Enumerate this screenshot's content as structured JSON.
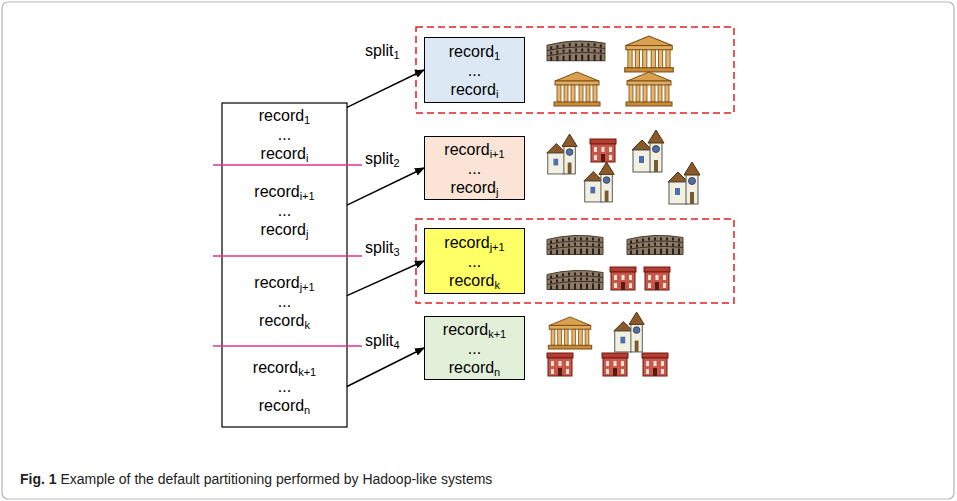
{
  "diagram": {
    "caption": "Fig. 1 Example of the default partitioning performed by Hadoop-like systems",
    "nodes": [
      {
        "text": [
          "record1",
          "...",
          "recordi"
        ]
      },
      {
        "text": [
          "recordi+1",
          "...",
          "recordj"
        ]
      },
      {
        "text": [
          "recordj+1",
          "...",
          "recordk"
        ]
      },
      {
        "text": [
          "recordk+1",
          "...",
          "recordn"
        ]
      },
      {
        "text": [
          "record1",
          "...",
          "recordi"
        ]
      },
      {
        "text": [
          "recordi+1",
          "...",
          "recordj"
        ]
      },
      {
        "text": [
          "recordj+1",
          "...",
          "recordk"
        ]
      },
      {
        "text": [
          "recordk+1",
          "...",
          "recordn"
        ]
      }
    ],
    "edges": [
      {
        "from": 0,
        "to": 4,
        "arrow": "to",
        "label": "split1"
      },
      {
        "from": 1,
        "to": 5,
        "arrow": "to",
        "label": "split2"
      },
      {
        "from": 2,
        "to": 6,
        "arrow": "to",
        "label": "split3"
      },
      {
        "from": 3,
        "to": 7,
        "arrow": "to",
        "label": "split4"
      }
    ]
  }
}
